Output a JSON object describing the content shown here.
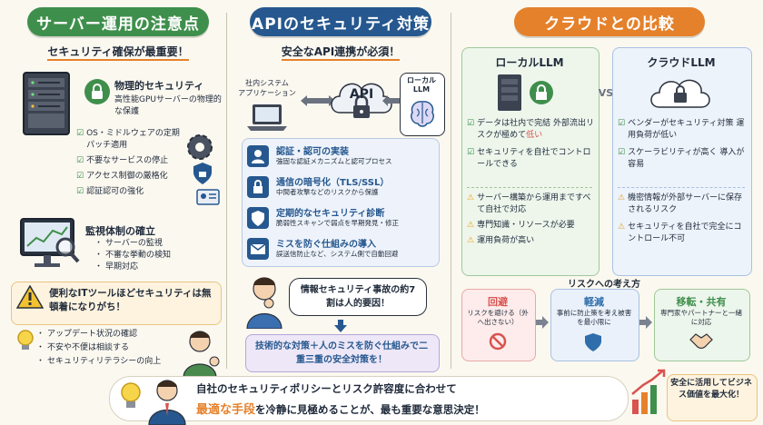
{
  "left": {
    "title": "サーバー運用の注意点",
    "subtitle": "セキュリティ確保が最重要！",
    "physical": {
      "heading": "物理的セキュリティ",
      "desc": "高性能GPUサーバーの物理的な保護"
    },
    "checks": [
      "OS・ミドルウェアの定期パッチ適用",
      "不要なサービスの停止",
      "アクセス制御の厳格化",
      "認証認可の強化"
    ],
    "monitoring": {
      "heading": "監視体制の確立",
      "items": [
        "サーバーの監視",
        "不審な挙動の検知",
        "早期対応"
      ]
    },
    "warning": "便利なITツールほどセキュリティは無頓着になりがち！",
    "tips": [
      "アップデート状況の確認",
      "不安や不便は相談する",
      "セキュリティリテラシーの向上"
    ]
  },
  "middle": {
    "title": "APIのセキュリティ対策",
    "subtitle": "安全なAPI連携が必須！",
    "diagram": {
      "system": "社内システム\nアプリケーション",
      "api": "API",
      "llm": "ローカル\nLLM"
    },
    "measures": [
      {
        "title": "認証・認可の実装",
        "desc": "強固な認証メカニズムと認可プロセス"
      },
      {
        "title": "通信の暗号化（TLS/SSL）",
        "desc": "中間者攻撃などのリスクから保護"
      },
      {
        "title": "定期的なセキュリティ診断",
        "desc": "脆弱性スキャンで弱点を早期発見・修正"
      },
      {
        "title": "ミスを防ぐ仕組みの導入",
        "desc": "誤送信防止など、システム側で自動回避"
      }
    ],
    "bubble": "情報セキュリティ事故の約7割は人的要因！",
    "conclusion": "技術的な対策＋人のミスを防ぐ仕組みで二重三重の安全対策を！"
  },
  "right": {
    "title": "クラウドとの比較",
    "vs": "VS",
    "local": {
      "title": "ローカルLLM",
      "pros": [
        {
          "pre": "データは社内で完結 外部流出リスクが極めて",
          "hl": "低い"
        },
        {
          "pre": "セキュリティを自社でコントロールできる",
          "hl": ""
        }
      ],
      "cons": [
        "サーバー構築から運用まですべて自社で対応",
        "専門知識・リソースが必要",
        "運用負荷が高い"
      ]
    },
    "cloud": {
      "title": "クラウドLLM",
      "pros": [
        "ベンダーがセキュリティ対策 運用負荷が低い",
        "スケーラビリティが高く 導入が容易"
      ],
      "cons": [
        "機密情報が外部サーバーに保存されるリスク",
        "セキュリティを自社で完全にコントロール不可"
      ]
    },
    "risk": {
      "heading": "リスクへの考え方",
      "boxes": [
        {
          "title": "回避",
          "desc": "リスクを避ける（外へ出さない）",
          "color": "#d9534f"
        },
        {
          "title": "軽減",
          "desc": "事前に防止策を考え被害を最小限に",
          "color": "#2f6eab"
        },
        {
          "title": "移転・共有",
          "desc": "専門家やパートナーと一緒に対応",
          "color": "#3f8f4c"
        }
      ]
    }
  },
  "bottom": {
    "line1": "自社のセキュリティポリシーとリスク許容度に合わせて",
    "hl1": "最適な手段",
    "mid": "を冷静に見極めることが、最も重要な意思決定！",
    "badge": "安全に活用してビジネス価値を最大化！"
  },
  "colors": {
    "green": "#3f8f4c",
    "blue": "#26588f",
    "orange": "#e5812b",
    "red": "#d9534f"
  }
}
